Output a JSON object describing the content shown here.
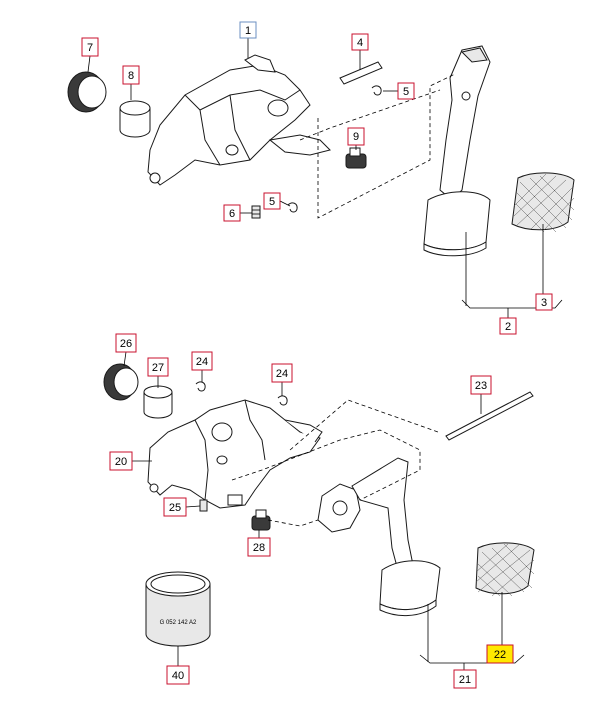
{
  "callouts": {
    "c1": "1",
    "c2": "2",
    "c3": "3",
    "c4": "4",
    "c5a": "5",
    "c5b": "5",
    "c6": "6",
    "c7": "7",
    "c8": "8",
    "c9": "9",
    "c20": "20",
    "c21": "21",
    "c22": "22",
    "c23": "23",
    "c24a": "24",
    "c24b": "24",
    "c25": "25",
    "c26": "26",
    "c27": "27",
    "c28": "28",
    "c40": "40"
  },
  "part_label": "G 052 142 A2",
  "colors": {
    "callout_border": "#c8102e",
    "highlight_fill": "#ffe900",
    "blue_border": "#6b8fc2"
  }
}
